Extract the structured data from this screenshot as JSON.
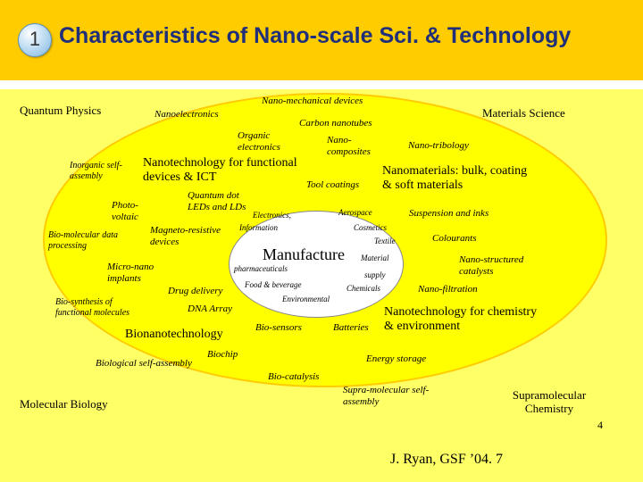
{
  "header": {
    "badge": "1",
    "title": "Characteristics of Nano-scale Sci. & Technology"
  },
  "fields": {
    "quantum_physics": "Quantum Physics",
    "materials_science": "Materials Science",
    "molecular_biology": "Molecular Biology",
    "supramolecular_chemistry": "Supramolecular Chemistry"
  },
  "domains": {
    "ict": "Nanotechnology for functional devices & ICT",
    "materials": "Nanomaterials: bulk, coating & soft materials",
    "bio": "Bionanotechnology",
    "chemistry": "Nanotechnology for chemistry & environment",
    "manufacture": "Manufacture"
  },
  "labels": {
    "nano_mechanical": "Nano-mechanical devices",
    "nanoelectronics": "Nanoelectronics",
    "carbon_nanotubes": "Carbon nanotubes",
    "organic_electronics": "Organic electronics",
    "nanocomposites": "Nano-composites",
    "nano_tribology": "Nano-tribology",
    "inorganic_self_assembly": "Inorganic self-assembly",
    "tool_coatings": "Tool coatings",
    "quantum_dot": "Quantum dot LEDs and LDs",
    "photovoltaic": "Photo-voltaic",
    "suspension_inks": "Suspension and inks",
    "biomolecular_processing": "Bio-molecular data processing",
    "magnetoresistive": "Magneto-resistive devices",
    "colourants": "Colourants",
    "micro_nano_implants": "Micro-nano implants",
    "nanostructured_catalysts": "Nano-structured catalysts",
    "drug_delivery": "Drug delivery",
    "nano_filtration": "Nano-filtration",
    "biosynthesis": "Bio-synthesis of functional molecules",
    "dna_array": "DNA Array",
    "bio_sensors": "Bio-sensors",
    "batteries": "Batteries",
    "biological_self_assembly": "Biological self-assembly",
    "biochip": "Biochip",
    "energy_storage": "Energy storage",
    "bio_catalysis": "Bio-catalysis",
    "supramolecular_self_assembly": "Supra-molecular self-assembly"
  },
  "core_labels": {
    "electronics": "Electronics,",
    "aerospace": "Aerospace",
    "information": "Information",
    "cosmetics": "Cosmetics",
    "textile": "Textile",
    "material": "Material",
    "pharmaceuticals": "pharmaceuticals",
    "supply": "supply",
    "food_beverage": "Food & beverage",
    "chemicals": "Chemicals",
    "environmental": "Environmental"
  },
  "footer": {
    "credit": "J. Ryan, GSF ’04. 7",
    "page_number": "4"
  },
  "colors": {
    "header_bg": "#ffcc00",
    "outer_field": "#ffff66",
    "inner_ellipse": "#ffff00",
    "title_text": "#1f2f7a"
  }
}
